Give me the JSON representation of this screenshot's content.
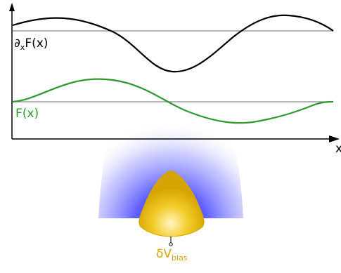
{
  "labels": {
    "derivative_prefix": "∂",
    "derivative_sub": "x",
    "derivative_suffix": "F(x)",
    "function": "F(x)",
    "x_axis": "x",
    "bias_prefix": "δV",
    "bias_sub": "bias"
  },
  "colors": {
    "axis": "#000000",
    "derivative_curve": "#000000",
    "function_curve": "#2e9a2e",
    "baseline": "#888888",
    "field_glow": "#3b3bff",
    "tip": "#e0b400",
    "bias_label": "#d9a800"
  },
  "icons": {
    "tip": "probe-tip-icon",
    "field": "field-glow-icon"
  }
}
